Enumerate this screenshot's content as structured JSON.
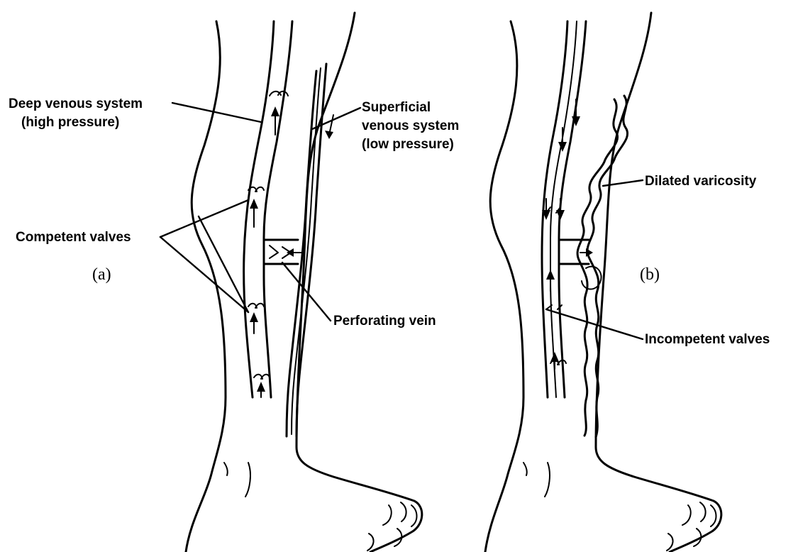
{
  "panel_a": {
    "panel_label": "(a)",
    "labels": {
      "deep_line1": "Deep venous system",
      "deep_line2": "(high pressure)",
      "superficial_line1": "Superficial",
      "superficial_line2": "venous system",
      "superficial_line3": "(low pressure)",
      "competent_valves": "Competent valves",
      "perforating_vein": "Perforating vein"
    }
  },
  "panel_b": {
    "panel_label": "(b)",
    "labels": {
      "dilated_varicosity": "Dilated varicosity",
      "incompetent_valves": "Incompetent valves"
    }
  }
}
